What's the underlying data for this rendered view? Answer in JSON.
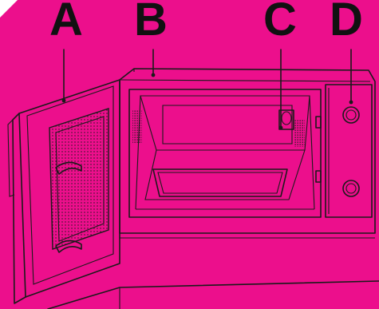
{
  "labels": {
    "a": "A",
    "b": "B",
    "c": "C",
    "d": "D"
  },
  "colors": {
    "background": "#ec0f8c",
    "line": "#1a1a1a",
    "label": "#111111",
    "corner": "#ffffff"
  }
}
